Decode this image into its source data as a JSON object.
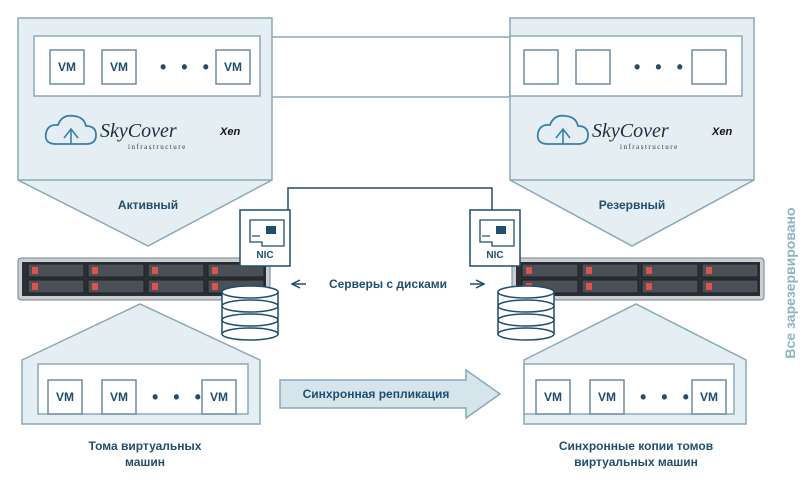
{
  "left_host": {
    "vm_label": "VM",
    "dots": "• • •",
    "brand": "SkyCover",
    "brand_sub": "infrastructure",
    "hypervisor": "Xen",
    "role": "Активный",
    "nic": "NIC"
  },
  "right_host": {
    "dots": "• • •",
    "brand": "SkyCover",
    "brand_sub": "infrastructure",
    "hypervisor": "Xen",
    "role": "Резервный",
    "nic": "NIC"
  },
  "servers_label": "Серверы с дисками",
  "replication_label": "Синхронная репликация",
  "left_storage": {
    "vm_label": "VM",
    "dots": "• • •",
    "caption_line1": "Тома виртуальных",
    "caption_line2": "машин"
  },
  "right_storage": {
    "vm_label": "VM",
    "dots": "• • •",
    "caption_line1": "Синхронные копии томов",
    "caption_line2": "виртуальных машин"
  },
  "side_label": "Все зарезервировано",
  "colors": {
    "panel_fill": "#e4eef3",
    "box_fill": "#ffffff",
    "stroke": "#6b8ea3",
    "text": "#1f4e6e",
    "accent_light": "#8fb3c6",
    "server_body": "#3a3f44",
    "drive_led": "#d9534f"
  }
}
